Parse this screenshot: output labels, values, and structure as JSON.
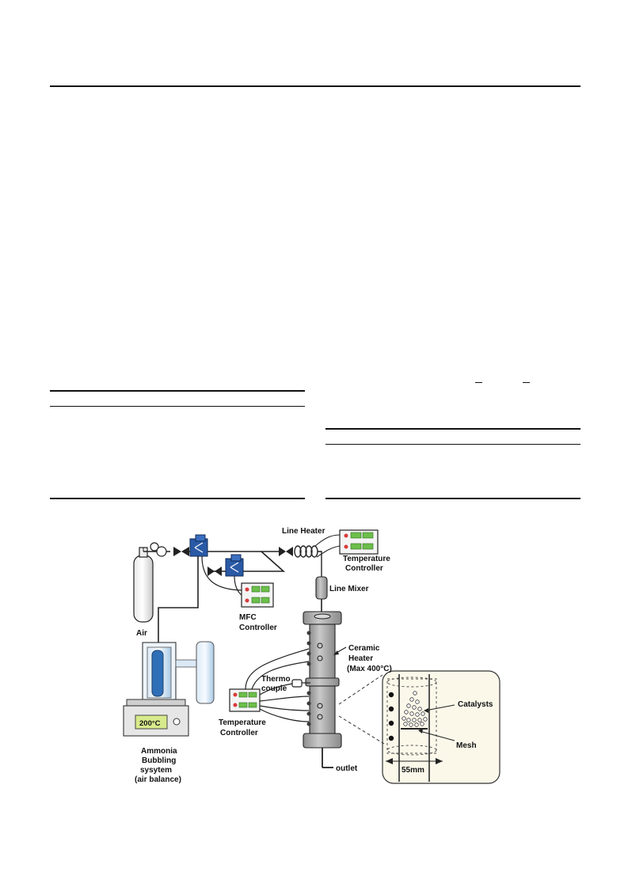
{
  "labels": {
    "air": "Air",
    "line_heater": "Line Heater",
    "temperature_controller_top": [
      "Temperature",
      "Controller"
    ],
    "line_mixer": "Line Mixer",
    "mfc_controller": [
      "MFC",
      "Controller"
    ],
    "ceramic_heater": [
      "Ceramic",
      "Heater",
      "(Max 400°C)"
    ],
    "thermocouple": [
      "Thermo",
      "couple"
    ],
    "temperature_controller_left": [
      "Temperature",
      "Controller"
    ],
    "ammonia_system": [
      "Ammonia",
      "Bubbling",
      "sysytem",
      "(air balance)"
    ],
    "hotplate_display": "200°C",
    "outlet": "outlet",
    "catalysts": "Catalysts",
    "mesh": "Mesh",
    "inset_width": "55mm"
  },
  "colors": {
    "mfc_blue": "#2a5aa6",
    "controller_green": "#6cbf4a",
    "controller_red": "#d83a3a",
    "heater_gray": "#a8a8a8",
    "water_blue": "#cfe3f3",
    "inset_bg": "#fbf8ea"
  }
}
